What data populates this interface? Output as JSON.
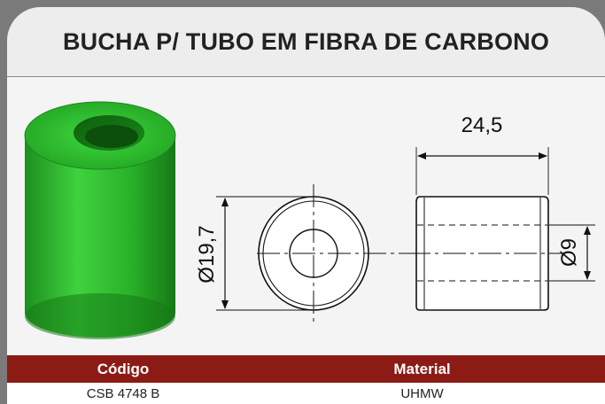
{
  "title": "BUCHA P/ TUBO EM FIBRA DE CARBONO",
  "drawing": {
    "dim_length": "24,5",
    "dim_outer_diameter": "Ø19,7",
    "dim_inner_diameter": "Ø9",
    "part_color": "#2bb52b"
  },
  "table": {
    "headers": [
      "Código",
      "Material"
    ],
    "rows": [
      [
        "CSB 4748 B",
        "UHMW"
      ]
    ]
  },
  "colors": {
    "header_bg": "#8c1b16",
    "title_bg": "#ededed"
  }
}
